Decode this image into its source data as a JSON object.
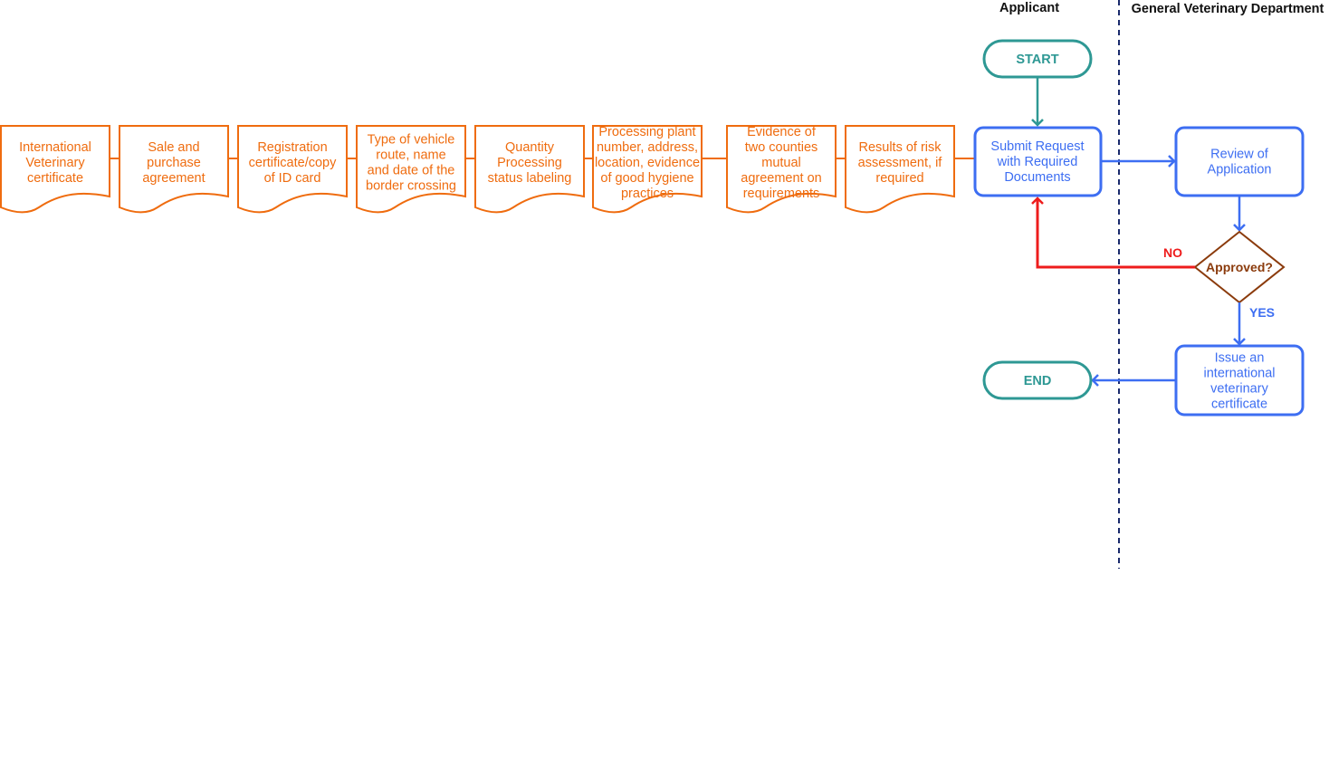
{
  "lanes": {
    "applicant": "Applicant",
    "department": "General Veterinary Department"
  },
  "documents": [
    {
      "lines": [
        "International",
        "Veterinary",
        "certificate"
      ]
    },
    {
      "lines": [
        "Sale and",
        "purchase",
        "agreement"
      ]
    },
    {
      "lines": [
        "Registration",
        "certificate/copy",
        "of ID card"
      ]
    },
    {
      "lines": [
        "Type of vehicle",
        "route, name",
        "and date of the",
        "border crossing"
      ]
    },
    {
      "lines": [
        "Quantity",
        "Processing",
        "status labeling"
      ]
    },
    {
      "lines": [
        "Processing plant",
        "number, address,",
        "location, evidence",
        "of good hygiene",
        "practices"
      ]
    },
    {
      "lines": [
        "Evidence of",
        "two counties",
        "mutual",
        "agreement on",
        "requirements"
      ]
    },
    {
      "lines": [
        "Results of risk",
        "assessment, if",
        "required"
      ]
    }
  ],
  "start": "START",
  "end": "END",
  "submit": {
    "lines": [
      "Submit Request",
      "with Required",
      "Documents"
    ]
  },
  "review": {
    "lines": [
      "Review of",
      "Application"
    ]
  },
  "decision": "Approved?",
  "no_label": "NO",
  "yes_label": "YES",
  "issue": {
    "lines": [
      "Issue an",
      "international",
      "veterinary",
      "certificate"
    ]
  },
  "colors": {
    "document": "#ef6c0f",
    "process": "#3d6ef2",
    "terminal": "#2e9894",
    "decision": "#8b3b0c",
    "no_path": "#ee1c1c",
    "lane_divider": "#1a2a6c"
  }
}
